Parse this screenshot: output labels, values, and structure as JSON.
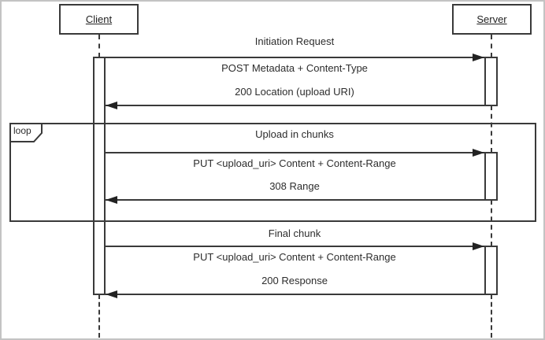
{
  "actors": [
    {
      "name": "Client"
    },
    {
      "name": "Server"
    }
  ],
  "loop_fragment": {
    "operator": "loop"
  },
  "exchanges": [
    {
      "label": "Initiation Request",
      "request": "POST Metadata + Content-Type",
      "response": "200 Location (upload URI)"
    },
    {
      "label": "Upload in chunks",
      "request": "PUT <upload_uri> Content + Content-Range",
      "response": "308 Range"
    },
    {
      "label": "Final chunk",
      "request": "PUT <upload_uri> Content + Content-Range",
      "response": "200 Response"
    }
  ],
  "colors": {
    "line": "#3a3a3a",
    "arrow": "#222222",
    "text": "#2d2d2d",
    "frame_border": "#c3c3c3",
    "background": "#ffffff"
  }
}
